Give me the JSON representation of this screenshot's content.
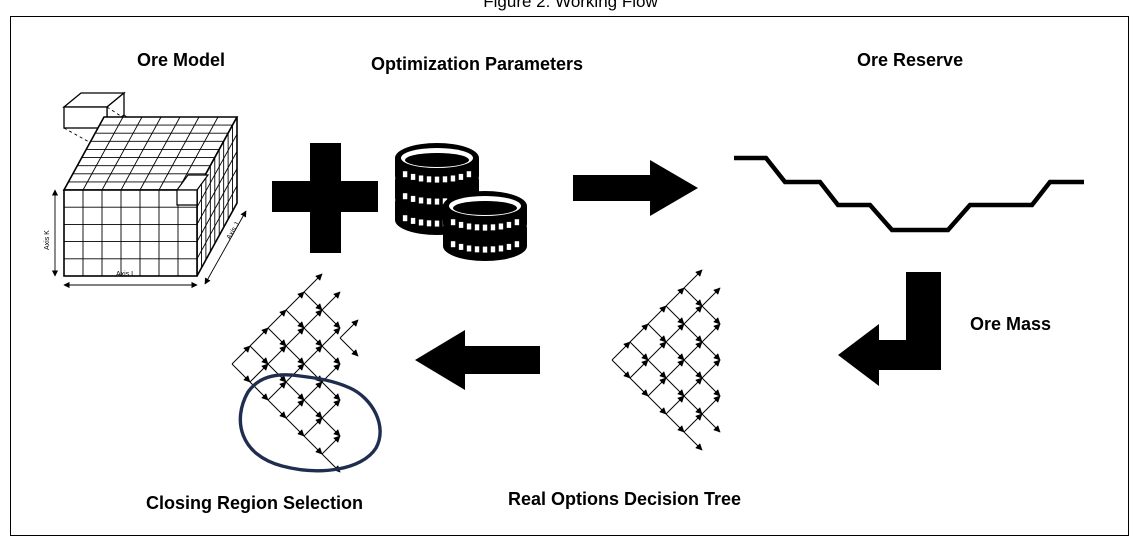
{
  "caption": "Figure 2: Working Flow",
  "labels": {
    "ore_model": "Ore Model",
    "optimization_parameters": "Optimization Parameters",
    "ore_reserve": "Ore Reserve",
    "ore_mass": "Ore Mass",
    "real_options_decision_tree": "Real Options Decision Tree",
    "closing_region_selection": "Closing Region Selection"
  },
  "block_model_axes": {
    "x": "Axis I",
    "y": "Axis K",
    "z": "Axis J"
  },
  "colors": {
    "ink": "#000000",
    "selection_outline": "#1f2e4f",
    "block_face": "#ffffff"
  },
  "icons": [
    "plus-icon",
    "coins-icon",
    "arrow-right-icon",
    "arrow-left-icon",
    "down-left-elbow-arrow-icon"
  ]
}
